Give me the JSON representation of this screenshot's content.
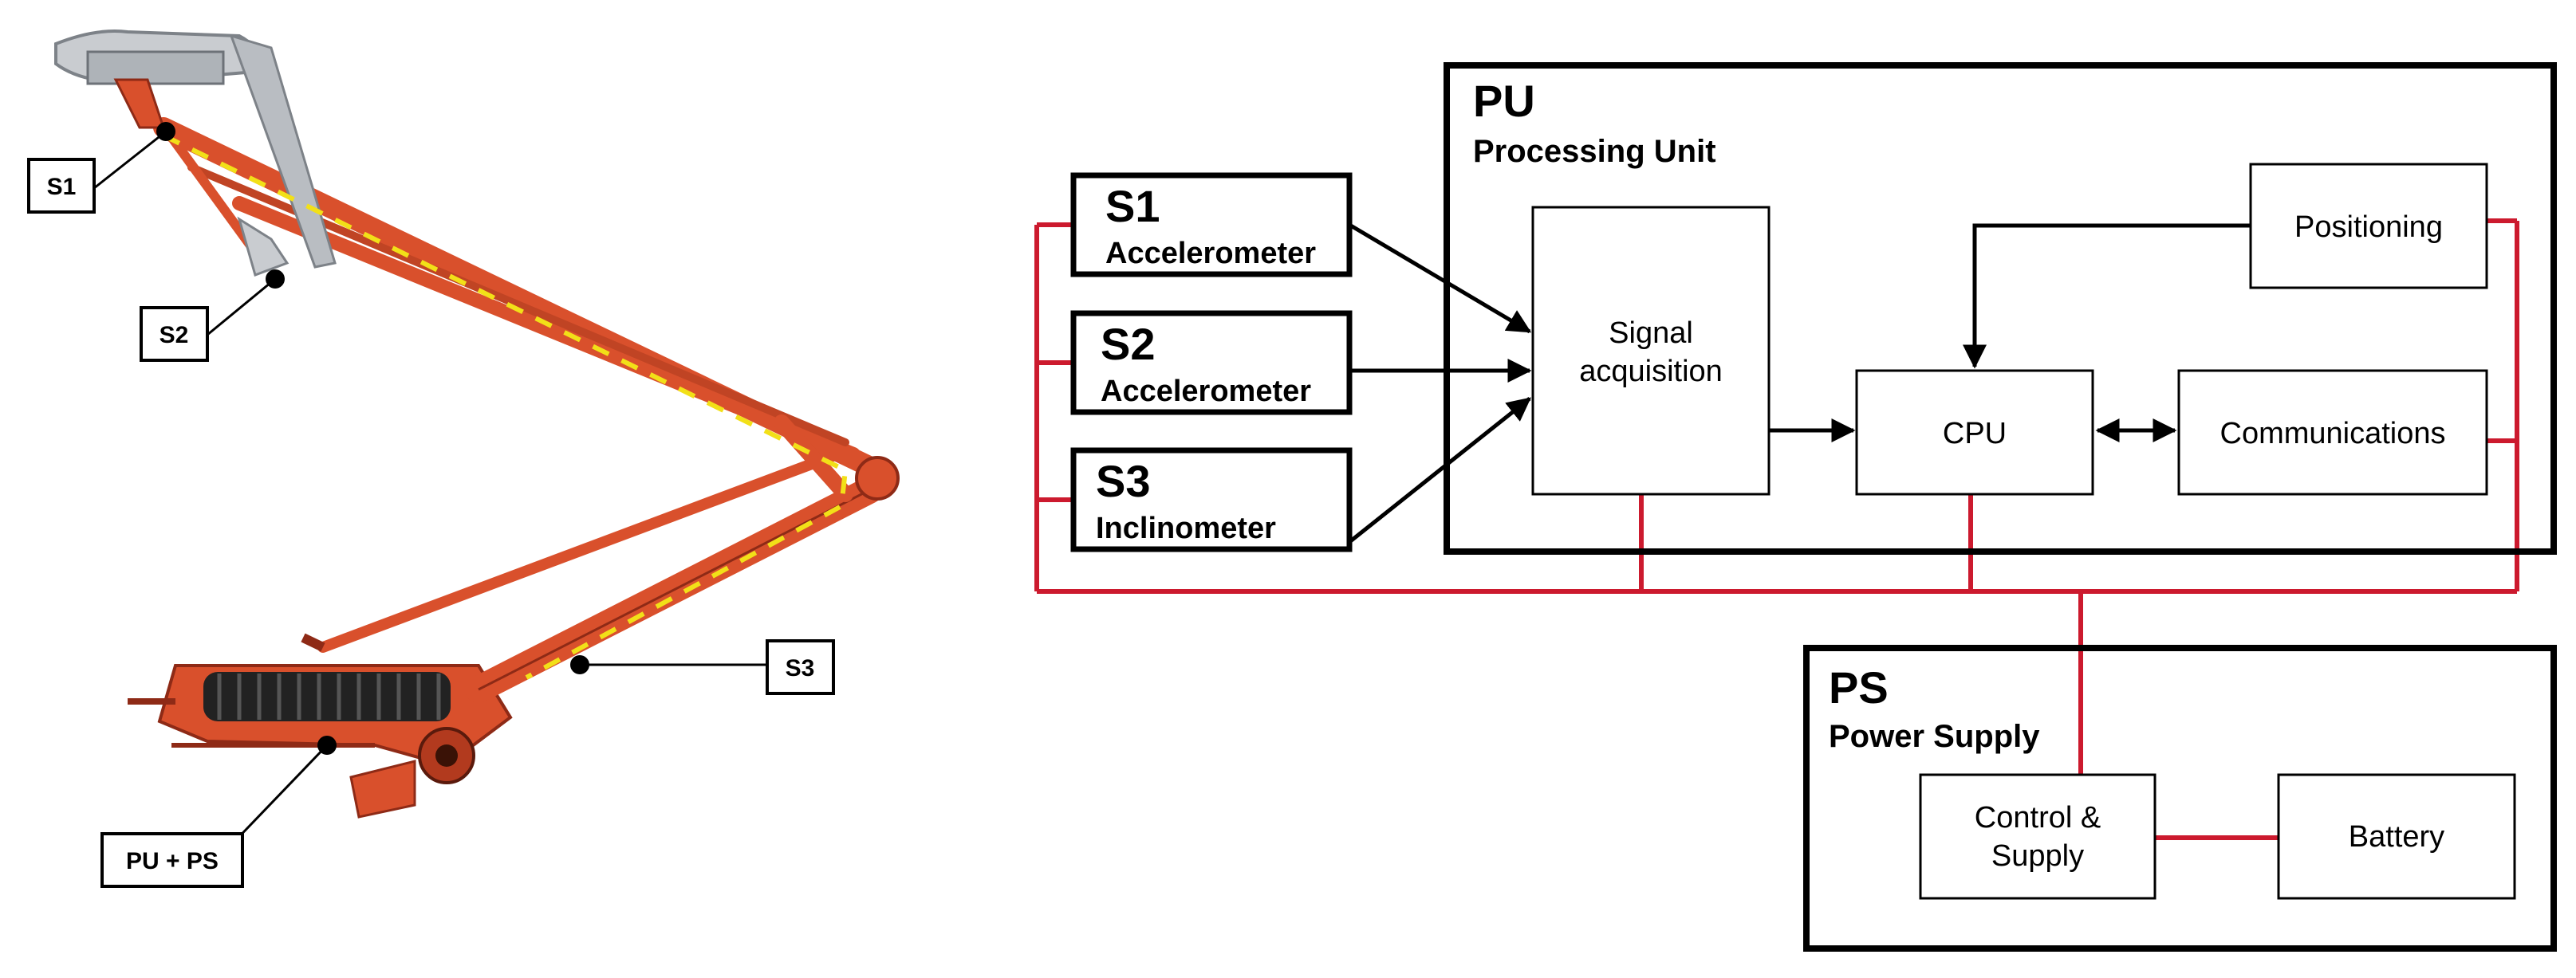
{
  "colors": {
    "power_line": "#cc1a2e",
    "signal_line": "#000000",
    "pantograph": "#d9502c",
    "pantograph_dark": "#8e2a16",
    "rail_marker": "#f2e018"
  },
  "callouts": {
    "s1": "S1",
    "s2": "S2",
    "s3": "S3",
    "pu_ps": "PU + PS"
  },
  "sensors": {
    "s1": {
      "id": "S1",
      "type": "Accelerometer"
    },
    "s2": {
      "id": "S2",
      "type": "Accelerometer"
    },
    "s3": {
      "id": "S3",
      "type": "Inclinometer"
    }
  },
  "processing_unit": {
    "code": "PU",
    "name": "Processing Unit",
    "signal_acquisition": [
      "Signal",
      "acquisition"
    ],
    "cpu": "CPU",
    "positioning": "Positioning",
    "communications": "Communications"
  },
  "power_supply": {
    "code": "PS",
    "name": "Power Supply",
    "control_supply": [
      "Control &",
      "Supply"
    ],
    "battery": "Battery"
  }
}
